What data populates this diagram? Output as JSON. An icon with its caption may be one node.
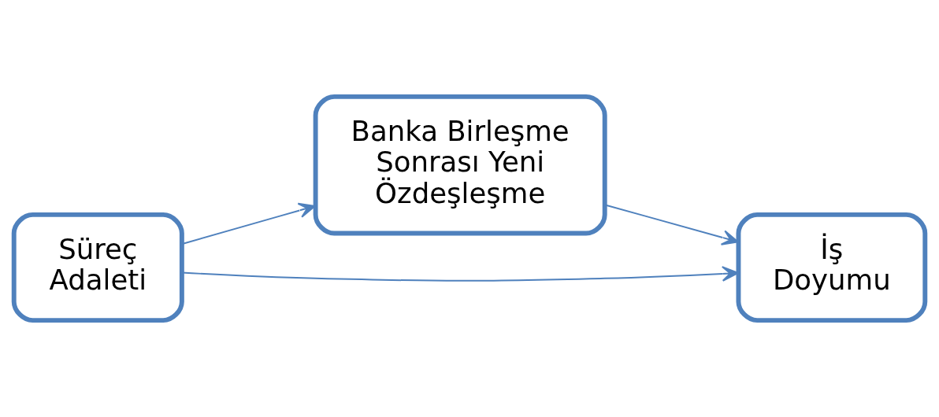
{
  "diagram": {
    "nodes": [
      {
        "text": [
          "Banka Birleşme Sonrası Yeni Özdeşleşme"
        ]
      },
      {
        "text": [
          "Süreç Adaleti"
        ]
      },
      {
        "text": [
          "İş Doyumu"
        ]
      }
    ],
    "edges": [
      {
        "from": 1,
        "to": 0,
        "arrow": "to"
      },
      {
        "from": 0,
        "to": 2,
        "arrow": "to"
      },
      {
        "from": 1,
        "to": 2,
        "arrow": "to"
      }
    ]
  }
}
